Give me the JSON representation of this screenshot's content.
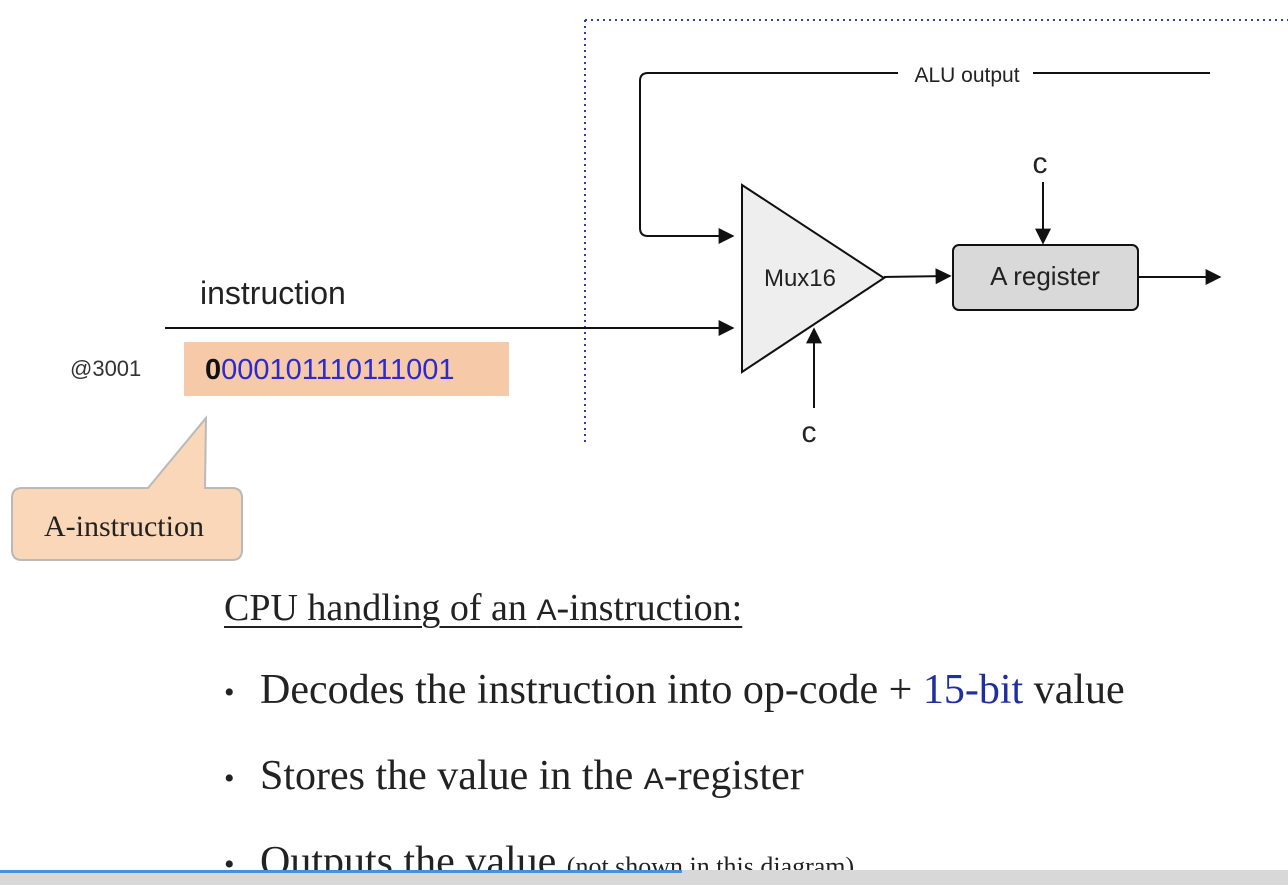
{
  "diagram": {
    "alu_output_label": "ALU output",
    "mux_label": "Mux16",
    "register_label": "A register",
    "control_top": "c",
    "control_bottom": "c",
    "instruction_label": "instruction",
    "address": "@3001",
    "opcode_bit": "0",
    "value_bits": "000101110111001",
    "callout_label": "A-instruction"
  },
  "slide": {
    "title_pre": "CPU handling of an ",
    "title_sc": "A",
    "title_post": "-instruction:",
    "bullets": {
      "b1_pre": "Decodes the instruction into op-code + ",
      "b1_blue": "15-bit",
      "b1_post": " value",
      "b2_pre": "Stores the value in the ",
      "b2_sc": "A",
      "b2_post": "-register",
      "b3_main": "Outputs the value ",
      "b3_note": "(not shown in this diagram)"
    }
  },
  "colors": {
    "value_bits": "#2a2ad0",
    "highlight_bg": "#f6c9a8",
    "callout_bg": "#f9d7b8",
    "register_fill": "#d9d9d9",
    "mux_fill": "#eeeeee",
    "dotted_border": "#2d3ea8"
  }
}
